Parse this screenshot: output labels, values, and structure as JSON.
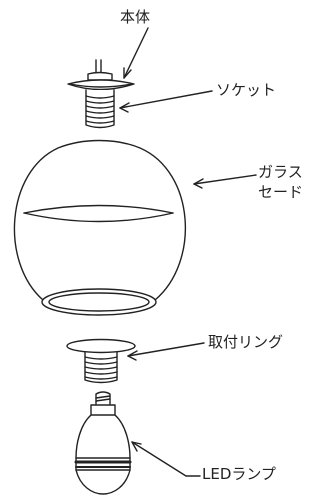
{
  "labels": {
    "body": "本体",
    "socket": "ソケット",
    "glass_shade_line1": "ガラス",
    "glass_shade_line2": "セード",
    "mounting_ring": "取付リング",
    "led_lamp": "LEDランプ"
  },
  "colors": {
    "line": "#222222",
    "background": "#ffffff"
  }
}
